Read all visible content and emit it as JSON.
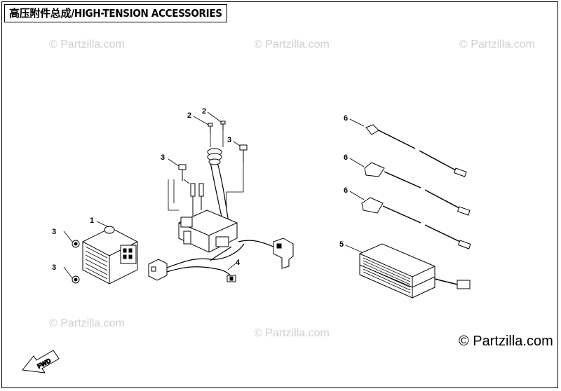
{
  "diagram": {
    "title": "高压附件总成/HIGH-TENSION ACCESSORIES",
    "watermark": "© Partzilla.com",
    "copyright": "© Partzilla.com",
    "fwd_label": "FWD",
    "callouts": {
      "c1": "1",
      "c2a": "2",
      "c2b": "2",
      "c3a": "3",
      "c3b": "3",
      "c3c": "3",
      "c3d": "3",
      "c4": "4",
      "c5": "5",
      "c6a": "6",
      "c6b": "6",
      "c6c": "6"
    }
  }
}
